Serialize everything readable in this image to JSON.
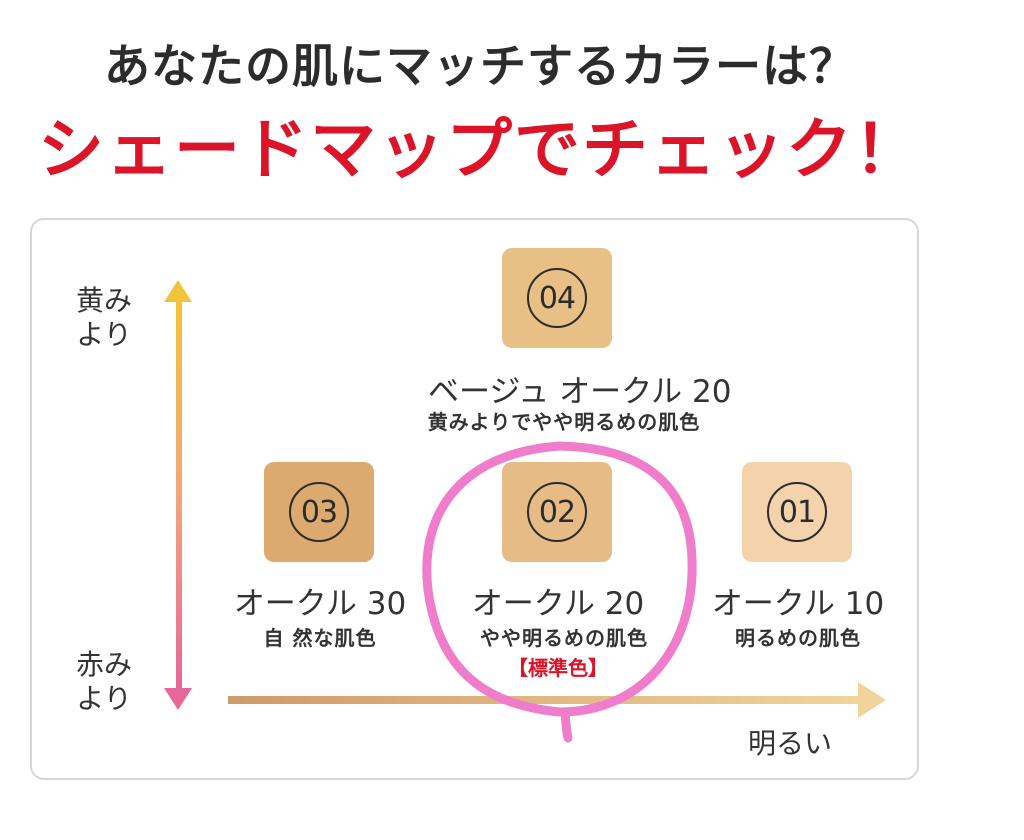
{
  "header": {
    "question": "あなたの肌にマッチするカラーは？",
    "headline": "シェードマップでチェック！"
  },
  "axes": {
    "yellow_label": "黄み\nより",
    "red_label": "赤み\nより",
    "bright_label": "明るい"
  },
  "shades": [
    {
      "number": "04",
      "name": "ベージュ オークル 20",
      "desc": "黄みよりでやや明るめの肌色",
      "color": "#e8bf84"
    },
    {
      "number": "03",
      "name": "オークル 30",
      "desc": "自 然な肌色",
      "color": "#dcaa6e"
    },
    {
      "number": "02",
      "name": "オークル 20",
      "desc": "やや明るめの肌色",
      "tag": "【標準色】",
      "color": "#e6bb86"
    },
    {
      "number": "01",
      "name": "オークル 10",
      "desc": "明るめの肌色",
      "color": "#f3d3ac"
    }
  ],
  "colors": {
    "accent_red": "#dc1428",
    "highlight_circle": "#f07ccc",
    "arrow_yellow": "#f2c43a",
    "arrow_pink": "#e8679a",
    "arrow_tan": "#cf9a68",
    "arrow_light": "#f0d49b"
  }
}
